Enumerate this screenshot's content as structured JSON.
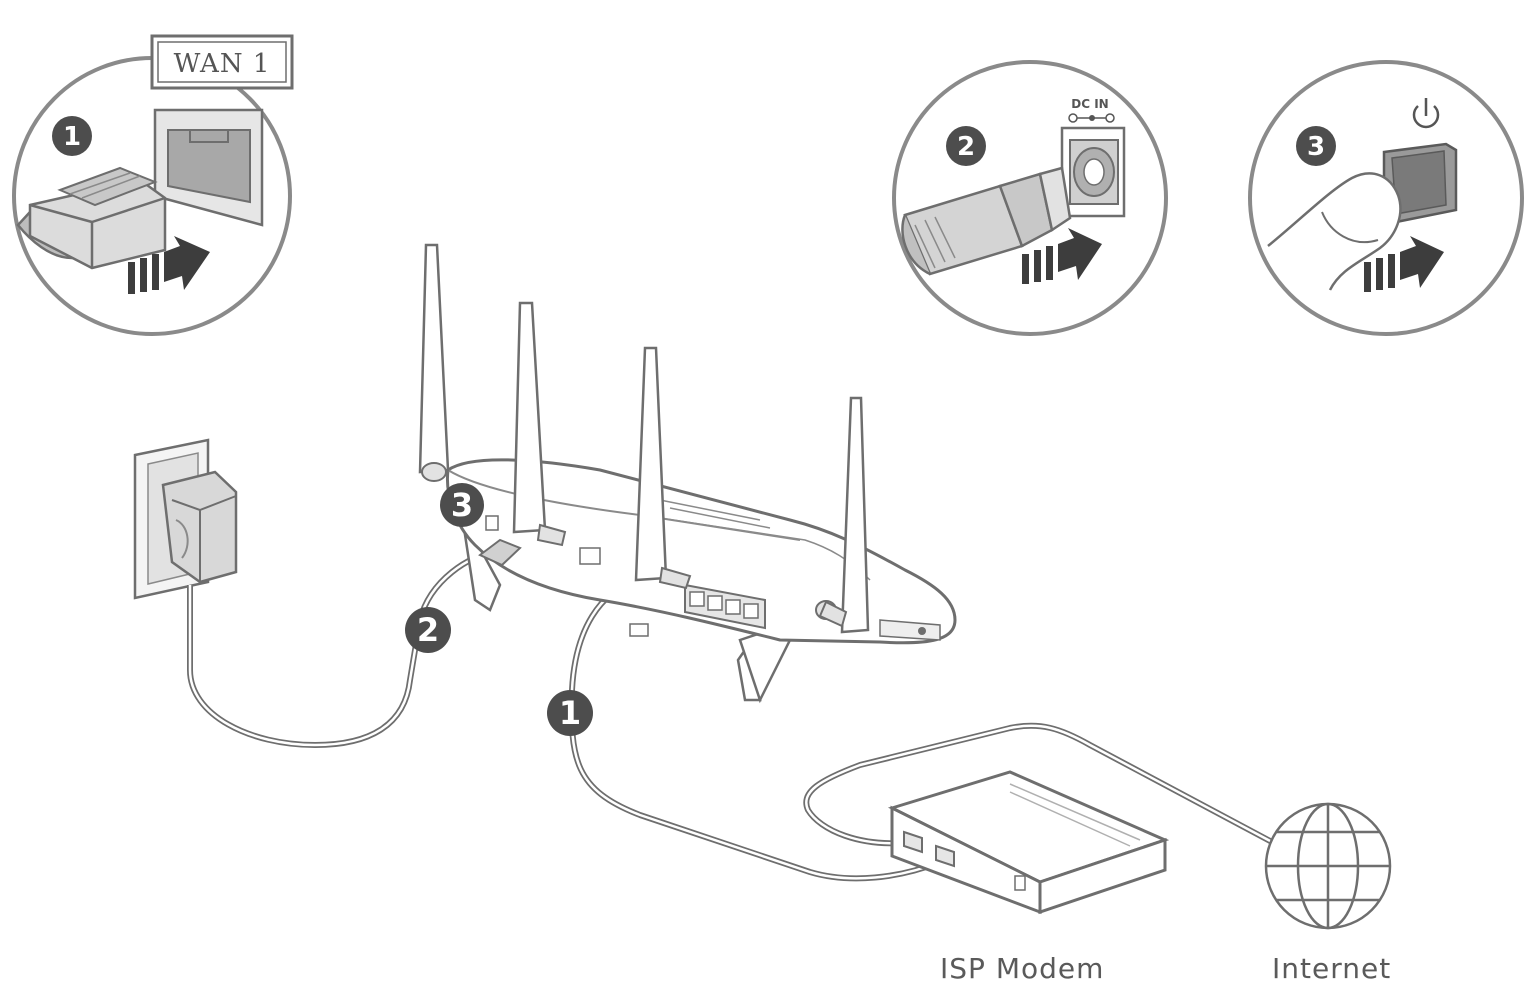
{
  "labels": {
    "wan": "WAN 1",
    "dc_in": "DC IN",
    "isp_modem": "ISP Modem",
    "internet": "Internet"
  },
  "steps": {
    "callout_1": "1",
    "callout_2": "2",
    "callout_3": "3",
    "cable_1": "1",
    "cable_2": "2",
    "router_3": "3"
  },
  "colors": {
    "line": "#6e6e6e",
    "badge": "#4d4d4d",
    "fill_light": "#f2f2f2",
    "fill_mid": "#d9d9d9",
    "fill_dark": "#8a8a8a",
    "arrow": "#3d3d3d"
  },
  "icons": [
    "ethernet-plug-icon",
    "power-plug-icon",
    "power-button-icon",
    "globe-icon"
  ]
}
